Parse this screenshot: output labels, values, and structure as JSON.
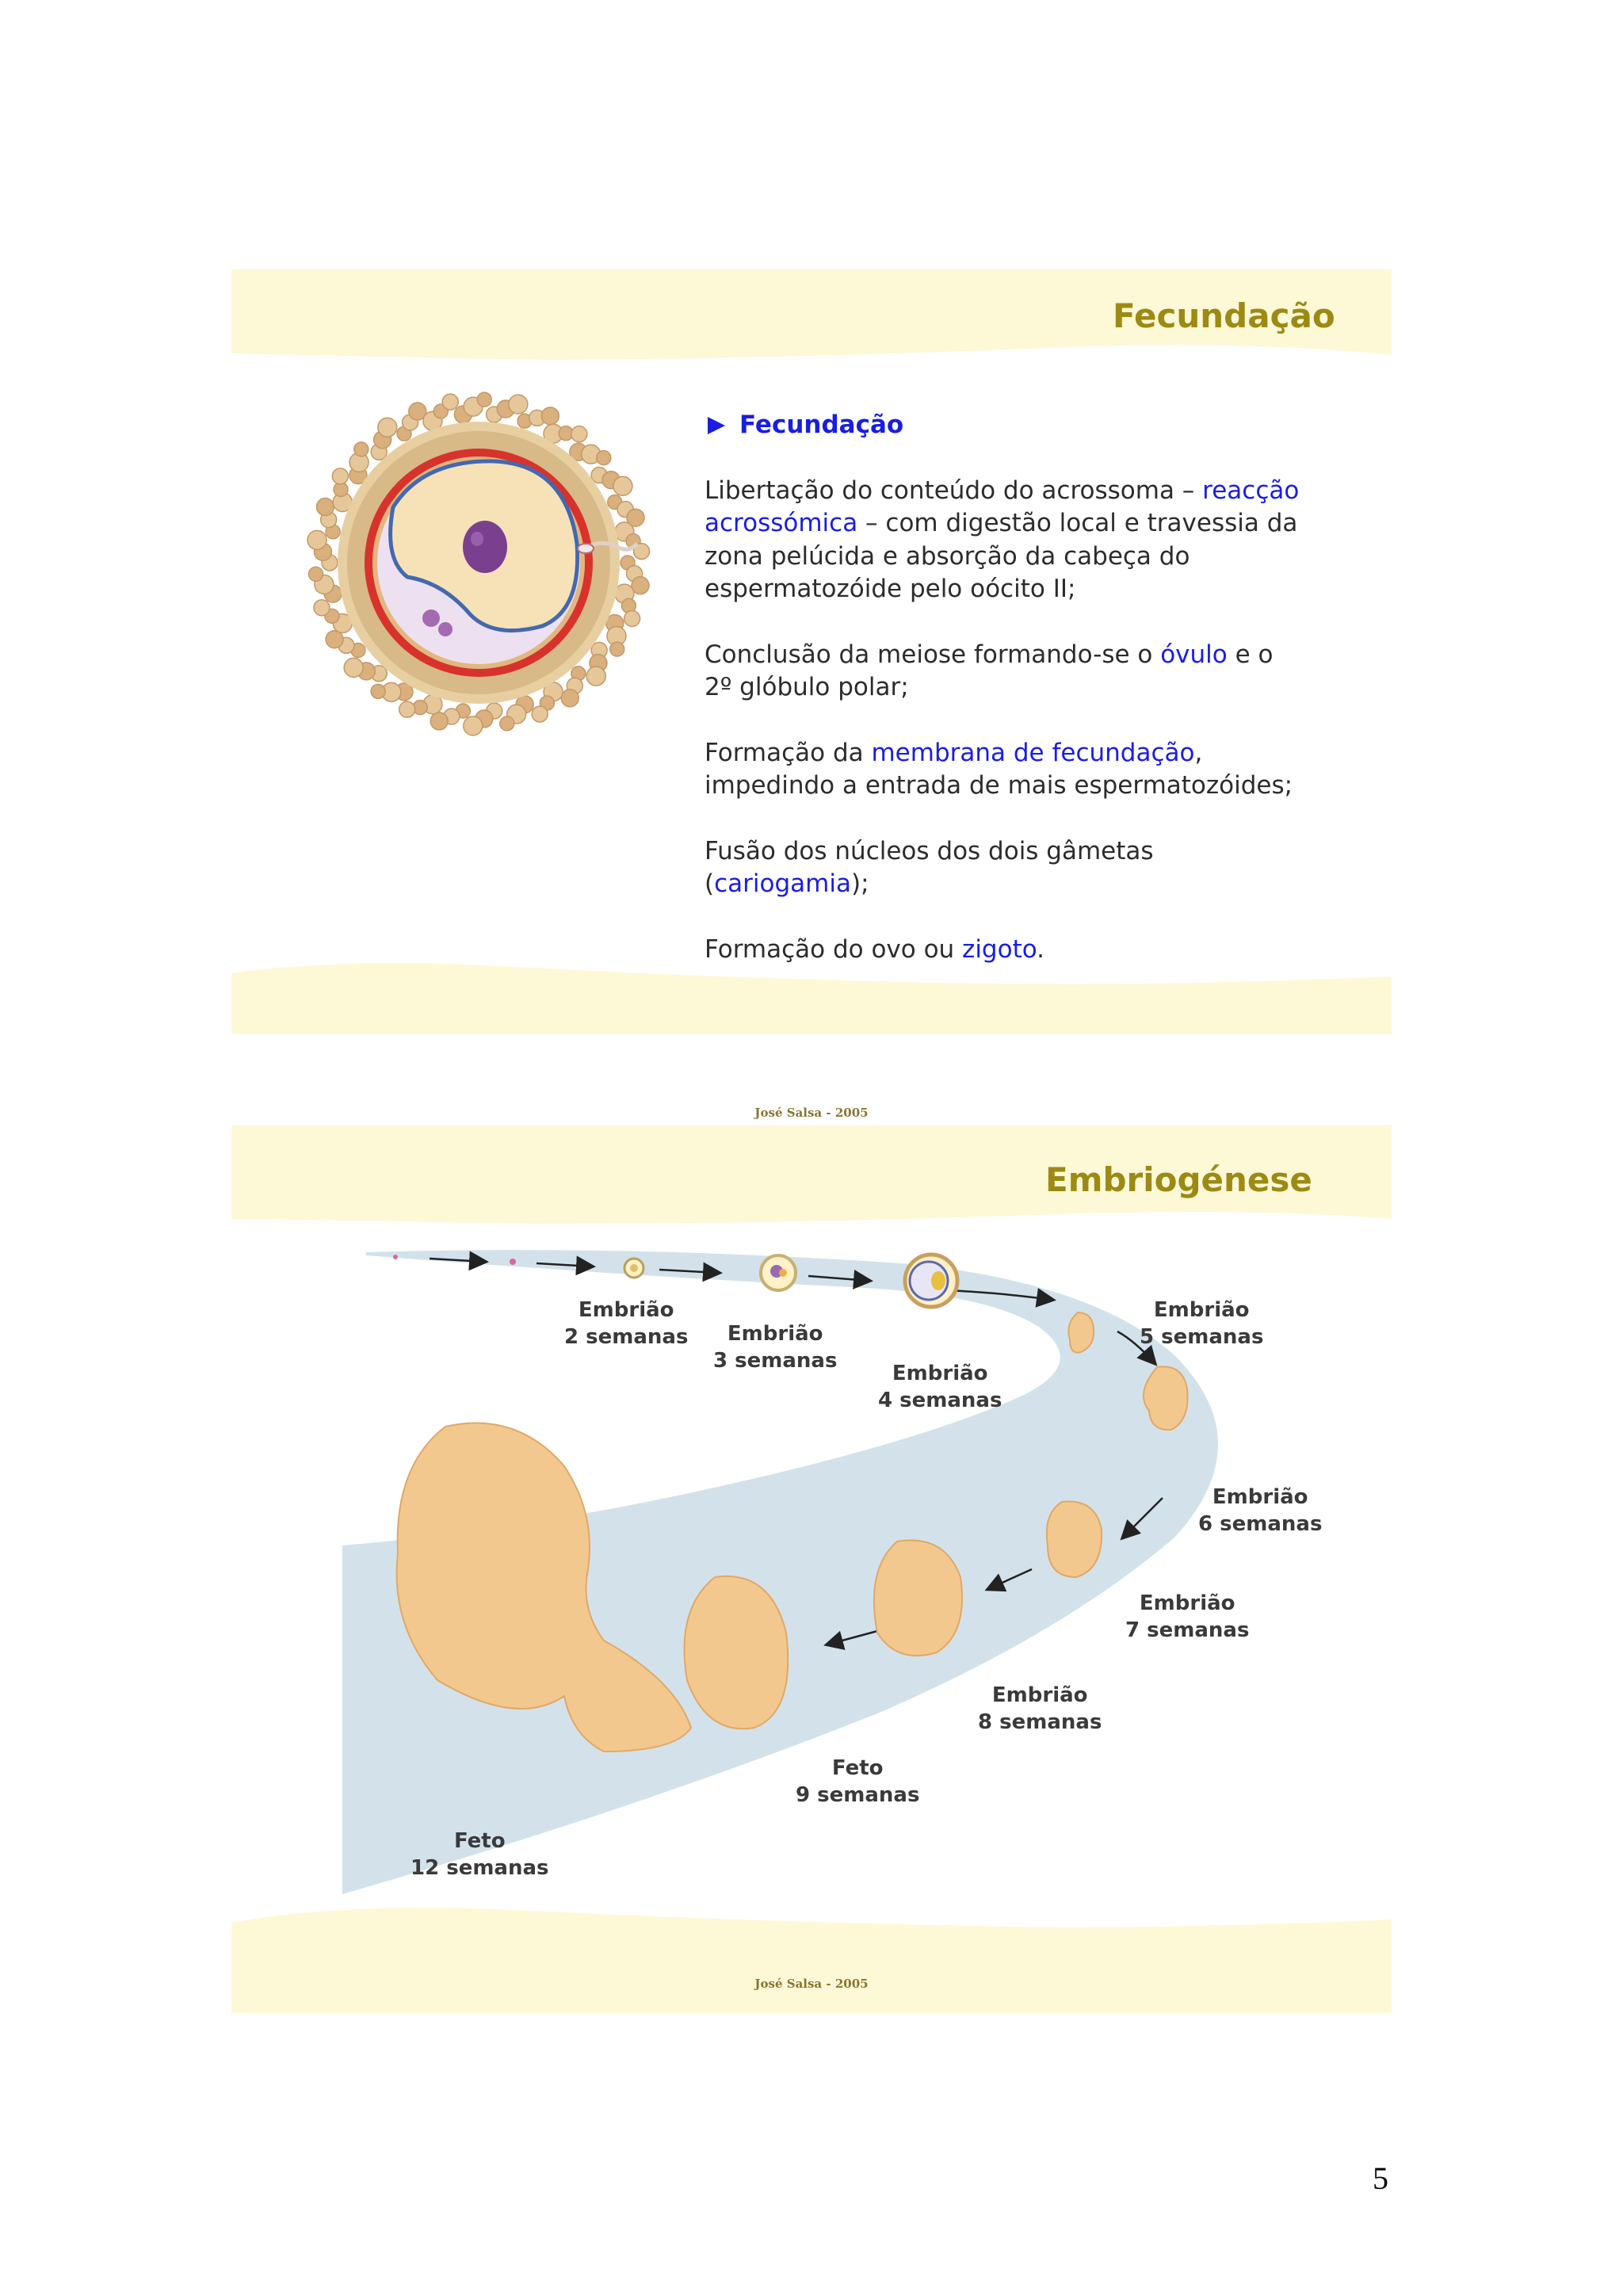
{
  "slide1": {
    "title": "Fecundação",
    "heading": "Fecundação",
    "p1": {
      "t1": "Libertação do conteúdo do acrossoma – ",
      "h1": "reacção acrossómica",
      "t2": " – com digestão local e travessia da zona pelúcida e absorção da cabeça do espermatozóide pelo oócito II;"
    },
    "p2": {
      "t1": "Conclusão da meiose formando-se o ",
      "h1": "óvulo",
      "t2": " e o 2º glóbulo polar;"
    },
    "p3": {
      "t1": "Formação da ",
      "h1": "membrana de fecundação",
      "t2": ", impedindo a entrada de mais espermatozóides;"
    },
    "p4": {
      "t1": "Fusão dos núcleos dos dois gâmetas (",
      "h1": "cariogamia",
      "t2": ");"
    },
    "p5": {
      "t1": "Formação do ovo ou ",
      "h1": "zigoto",
      "t2": "."
    },
    "footer": "José Salsa - 2005"
  },
  "slide2": {
    "title": "Embriogénese",
    "stages": [
      {
        "l1": "Embrião",
        "l2": "2 semanas"
      },
      {
        "l1": "Embrião",
        "l2": "3 semanas"
      },
      {
        "l1": "Embrião",
        "l2": "4 semanas"
      },
      {
        "l1": "Embrião",
        "l2": "5 semanas"
      },
      {
        "l1": "Embrião",
        "l2": "6 semanas"
      },
      {
        "l1": "Embrião",
        "l2": "7 semanas"
      },
      {
        "l1": "Embrião",
        "l2": "8 semanas"
      },
      {
        "l1": "Feto",
        "l2": "9 semanas"
      },
      {
        "l1": "Feto",
        "l2": "12 semanas"
      }
    ],
    "footer": "José Salsa - 2005"
  },
  "page_number": "5",
  "colors": {
    "title": "#9c8a14",
    "highlight": "#1a1ee0",
    "band": "#fdf8d6",
    "path": "#d3e2ea",
    "embryo": "#f3c88e"
  }
}
